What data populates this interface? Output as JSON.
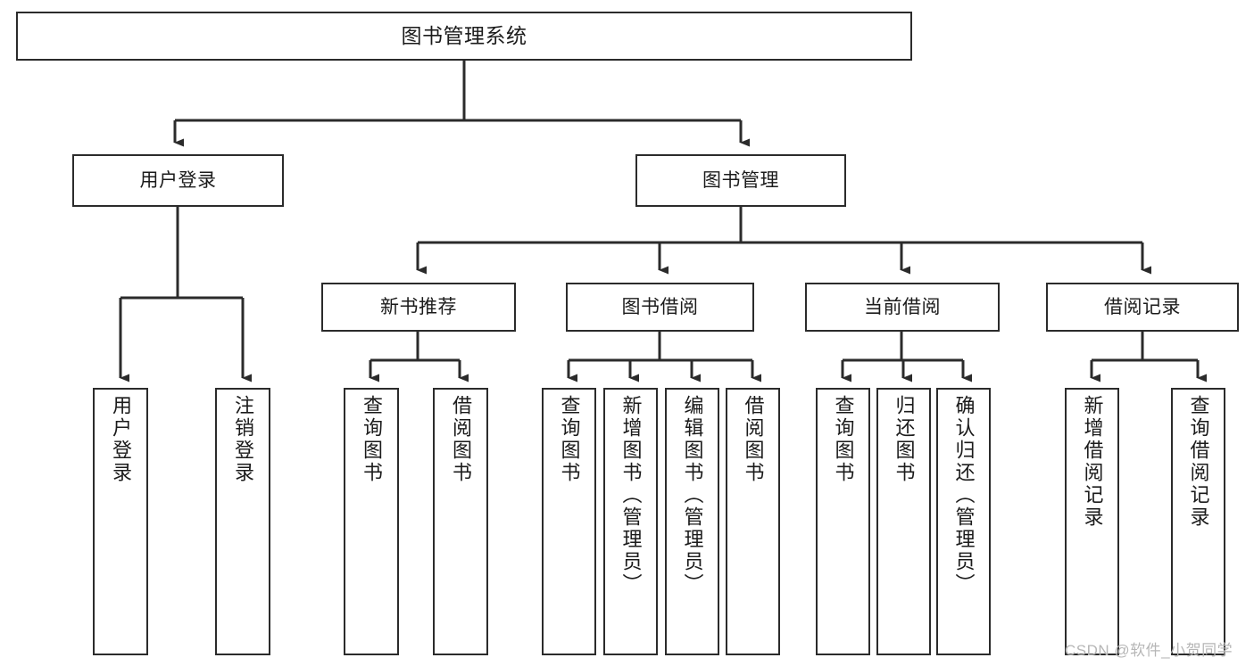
{
  "diagram": {
    "title": "图书管理系统",
    "type": "tree-hierarchy-chart",
    "root": {
      "label": "图书管理系统"
    },
    "level2": [
      {
        "label": "用户登录"
      },
      {
        "label": "图书管理"
      }
    ],
    "level3": [
      {
        "label": "新书推荐"
      },
      {
        "label": "图书借阅"
      },
      {
        "label": "当前借阅"
      },
      {
        "label": "借阅记录"
      }
    ],
    "leaves": {
      "user_login": [
        {
          "label": "用户登录"
        },
        {
          "label": "注销登录"
        }
      ],
      "new_book_recommend": [
        {
          "label": "查询图书"
        },
        {
          "label": "借阅图书"
        }
      ],
      "book_borrow": [
        {
          "label": "查询图书"
        },
        {
          "label": "新增图书（管理员）"
        },
        {
          "label": "编辑图书（管理员）"
        },
        {
          "label": "借阅图书"
        }
      ],
      "current_borrow": [
        {
          "label": "查询图书"
        },
        {
          "label": "归还图书"
        },
        {
          "label": "确认归还（管理员）"
        }
      ],
      "borrow_record": [
        {
          "label": "新增借阅记录"
        },
        {
          "label": "查询借阅记录"
        }
      ]
    }
  },
  "watermark": {
    "text": "CSDN @软件_小贺同学"
  },
  "colors": {
    "stroke": "#2b2b2b",
    "text": "#1b1b1b",
    "background": "#ffffff",
    "watermark": "#b6b6b6"
  }
}
